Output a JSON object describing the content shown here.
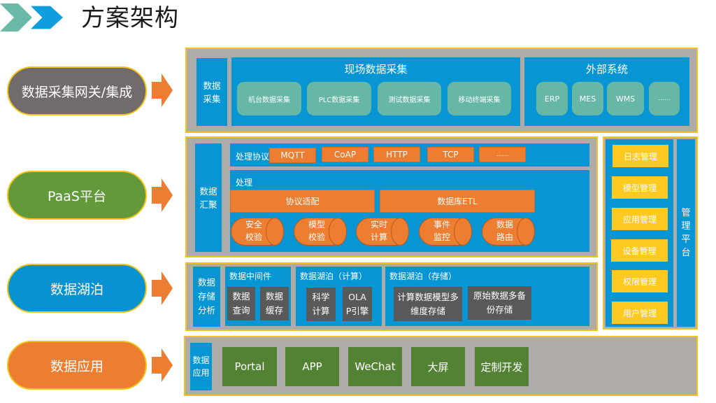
{
  "header": {
    "title": "方案架构",
    "colors": {
      "chevron1": "#6bbaa7",
      "chevron2": "#0f9ddd"
    }
  },
  "layers": [
    {
      "label": "数据采集网关/集成",
      "color": "#716b6b"
    },
    {
      "label": "PaaS平台",
      "color": "#629a3b"
    },
    {
      "label": "数据湖泊",
      "color": "#0892d1"
    },
    {
      "label": "数据应用",
      "color": "#ed7d31"
    }
  ],
  "collection": {
    "side_label_1": "数据",
    "side_label_2": "采集",
    "field": {
      "title": "现场数据采集",
      "items": [
        "机台数据采集",
        "PLC数据采集",
        "测试数据采集",
        "移动终端采集"
      ]
    },
    "external": {
      "title": "外部系统",
      "items": [
        "ERP",
        "MES",
        "WMS",
        "......"
      ]
    }
  },
  "aggregation": {
    "side_label_1": "数据",
    "side_label_2": "汇聚",
    "protocol_label": "处理协议",
    "protocols": [
      "MQTT",
      "CoAP",
      "HTTP",
      "TCP",
      "......"
    ],
    "process_label": "处理",
    "process_bars": [
      "协议适配",
      "数据库ETL"
    ],
    "cylinders": [
      {
        "line1": "安全",
        "line2": "校验"
      },
      {
        "line1": "模型",
        "line2": "校验"
      },
      {
        "line1": "实时",
        "line2": "计算"
      },
      {
        "line1": "事件",
        "line2": "监控"
      },
      {
        "line1": "数据",
        "line2": "路由"
      }
    ]
  },
  "management": {
    "title_chars": [
      "管",
      "理",
      "平",
      "台"
    ],
    "items": [
      "日志管理",
      "模型管理",
      "应用管理",
      "设备管理",
      "权限管理",
      "用户管理"
    ]
  },
  "storage": {
    "side_label": [
      "数据",
      "存储",
      "分析"
    ],
    "groups": [
      {
        "title": "数据中间件",
        "items": [
          [
            "数据",
            "查询"
          ],
          [
            "数据",
            "缓存"
          ]
        ]
      },
      {
        "title": "数据湖泊（计算）",
        "items": [
          [
            "科学",
            "计算"
          ],
          [
            "OLA",
            "P引擎"
          ]
        ]
      },
      {
        "title": "数据湖泊（存储）",
        "items": [
          [
            "计算数据模型多",
            "维度存储"
          ],
          [
            "原始数据多备",
            "份存储"
          ]
        ]
      }
    ]
  },
  "application": {
    "side_label_1": "数据",
    "side_label_2": "应用",
    "items": [
      "Portal",
      "APP",
      "WeChat",
      "大屏",
      "定制开发"
    ]
  }
}
